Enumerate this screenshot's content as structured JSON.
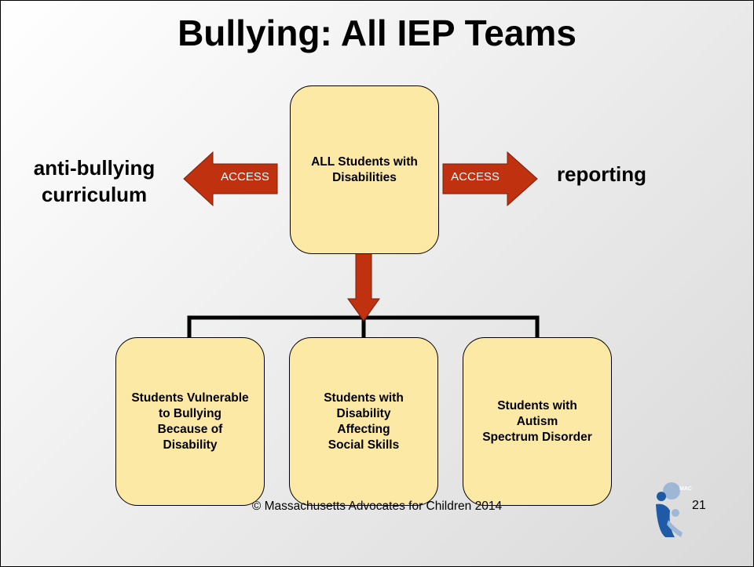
{
  "slide": {
    "title": "Bullying: All IEP Teams",
    "center_box": "ALL Students with\nDisabilities",
    "left_label": "anti-bullying\ncurriculum",
    "right_label": "reporting",
    "left_arrow_label": "ACCESS",
    "right_arrow_label": "ACCESS",
    "bottom_boxes": [
      "Students Vulnerable\nto Bullying\nBecause of\nDisability",
      "Students with\nDisability\nAffecting\nSocial Skills",
      "Students with\nAutism\nSpectrum Disorder"
    ],
    "footer": "© Massachusetts Advocates for Children 2014",
    "page_number": "21",
    "logo_text": "MAC"
  },
  "colors": {
    "box_fill": "#fde9a6",
    "arrow_fill": "#c0310f",
    "connector": "#000000"
  }
}
